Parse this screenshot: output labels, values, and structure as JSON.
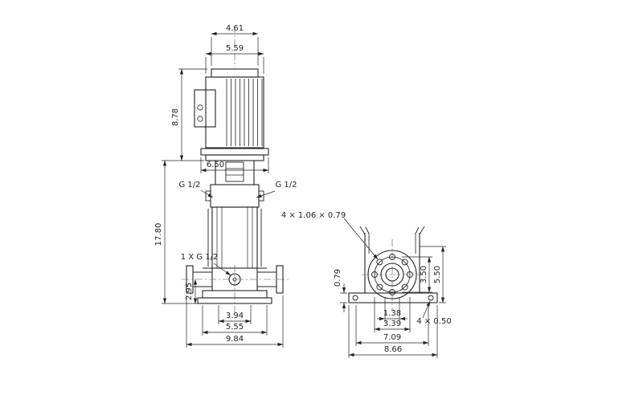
{
  "drawing": {
    "elevation": {
      "dim_top_inner": "4.61",
      "dim_top_outer": "5.59",
      "dim_motor_height": "8.78",
      "dim_head_width": "6.50",
      "label_port_left": "G 1/2",
      "label_port_right": "G 1/2",
      "dim_pump_height": "17.80",
      "label_drain": "1 X G 1/2",
      "dim_port_height": "2.95",
      "dim_flange_spacing": "3.94",
      "dim_base_width": "5.55",
      "dim_overall_width": "9.84"
    },
    "plan": {
      "label_bolt_holes": "4 × 1.06  × 0.79",
      "dim_plate_thickness": "0.79",
      "dim_bolt_circle": "3.50",
      "dim_base_depth": "5.50",
      "dim_hole_spacing_inner": "1.38",
      "dim_hole_spacing_outer": "3.39",
      "dim_foot_length": "7.09",
      "dim_base_length": "8.66",
      "label_corner_holes": "4  × 0.50"
    }
  }
}
